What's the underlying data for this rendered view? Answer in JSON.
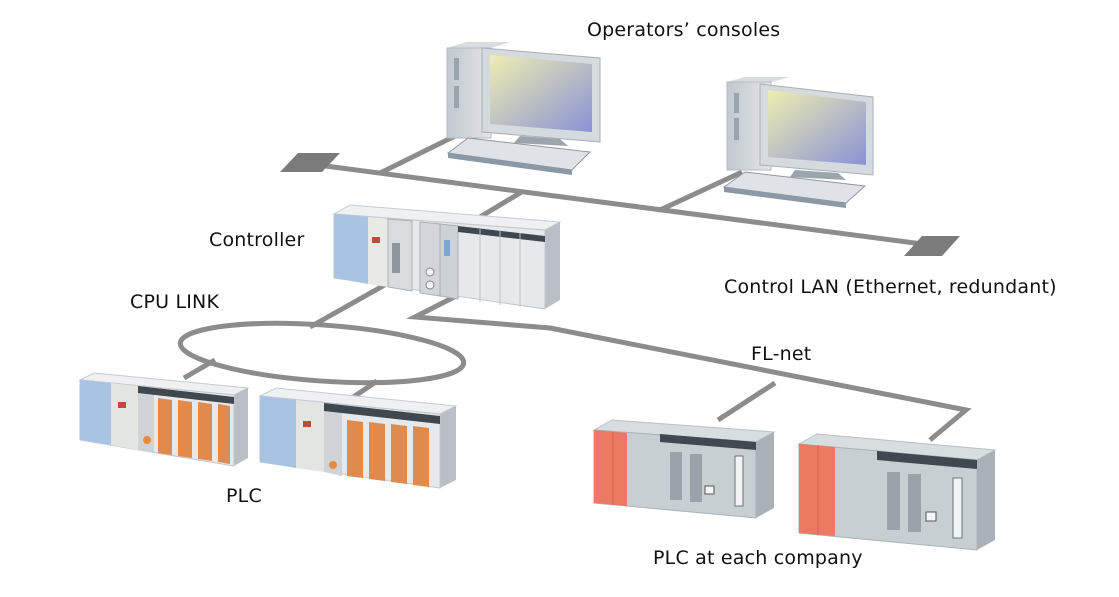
{
  "diagram": {
    "title": "Control system network topology",
    "labels": {
      "operators_consoles": "Operators’ consoles",
      "controller": "Controller",
      "control_lan": "Control LAN (Ethernet, redundant)",
      "cpu_link": "CPU LINK",
      "fl_net": "FL-net",
      "plc": "PLC",
      "plc_each_company": "PLC at each company"
    },
    "nodes": [
      {
        "id": "console-1",
        "type": "computer",
        "group": "operators_consoles"
      },
      {
        "id": "console-2",
        "type": "computer",
        "group": "operators_consoles"
      },
      {
        "id": "controller",
        "type": "controller-rack"
      },
      {
        "id": "plc-1",
        "type": "plc-rack",
        "group": "plc"
      },
      {
        "id": "plc-2",
        "type": "plc-rack",
        "group": "plc"
      },
      {
        "id": "company-plc-1",
        "type": "company-plc-rack",
        "group": "plc_each_company"
      },
      {
        "id": "company-plc-2",
        "type": "company-plc-rack",
        "group": "plc_each_company"
      }
    ],
    "networks": [
      {
        "id": "control-lan",
        "name": "Control LAN (Ethernet, redundant)",
        "connects": [
          "console-1",
          "console-2",
          "controller"
        ]
      },
      {
        "id": "cpu-link",
        "name": "CPU LINK",
        "shape": "ring",
        "connects": [
          "controller",
          "plc-1",
          "plc-2"
        ]
      },
      {
        "id": "fl-net",
        "name": "FL-net",
        "connects": [
          "controller",
          "company-plc-1",
          "company-plc-2"
        ]
      }
    ],
    "colors": {
      "cable": "#8c8c8c",
      "terminator": "#7a7a7a",
      "case_light": "#e4e7ea",
      "case_side": "#c9ced3",
      "blue_module": "#a9c4e2",
      "orange_io": "#e08a4e",
      "red_module": "#ec7a62",
      "screen_top": "#ecebb0",
      "screen_bottom": "#8d95d6"
    }
  }
}
